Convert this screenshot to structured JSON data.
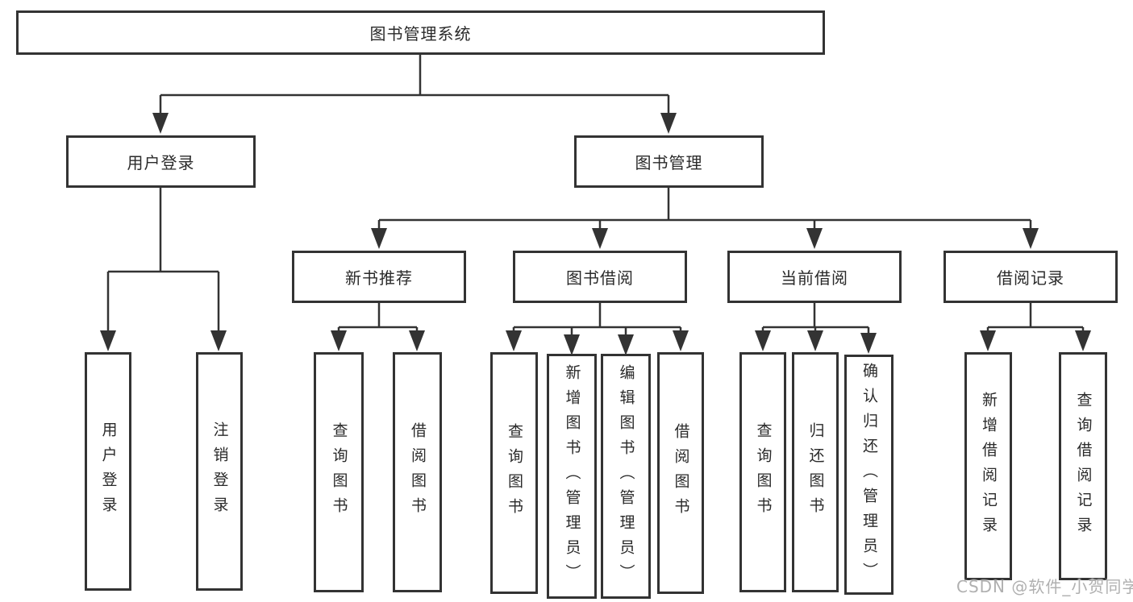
{
  "nodes": {
    "root": "图书管理系统",
    "user_login": "用户登录",
    "book_mgmt": "图书管理",
    "new_book_rec": "新书推荐",
    "book_borrow": "图书借阅",
    "current_borrow": "当前借阅",
    "borrow_records": "借阅记录",
    "leaf_user_login": "用户登录",
    "leaf_logout": "注销登录",
    "leaf_query_books_rec": "查询图书",
    "leaf_borrow_books_rec": "借阅图书",
    "leaf_query_books_borrow": "查询图书",
    "leaf_add_book_admin": "新增图书（管理员）",
    "leaf_edit_book_admin": "编辑图书（管理员）",
    "leaf_borrow_books_borrow": "借阅图书",
    "leaf_query_books_current": "查询图书",
    "leaf_return_book": "归还图书",
    "leaf_confirm_return_admin": "确认归还（管理员）",
    "leaf_add_borrow_record": "新增借阅记录",
    "leaf_query_borrow_record": "查询借阅记录"
  },
  "hierarchy": {
    "图书管理系统": {
      "用户登录": [
        "用户登录",
        "注销登录"
      ],
      "图书管理": {
        "新书推荐": [
          "查询图书",
          "借阅图书"
        ],
        "图书借阅": [
          "查询图书",
          "新增图书（管理员）",
          "编辑图书（管理员）",
          "借阅图书"
        ],
        "当前借阅": [
          "查询图书",
          "归还图书",
          "确认归还（管理员）"
        ],
        "借阅记录": [
          "新增借阅记录",
          "查询借阅记录"
        ]
      }
    }
  },
  "watermark": "CSDN @软件_小贺同学",
  "colors": {
    "line": "#333333",
    "box_border": "#333333",
    "text": "#2a2a2a",
    "watermark": "#b0b0b0",
    "background": "#ffffff"
  }
}
